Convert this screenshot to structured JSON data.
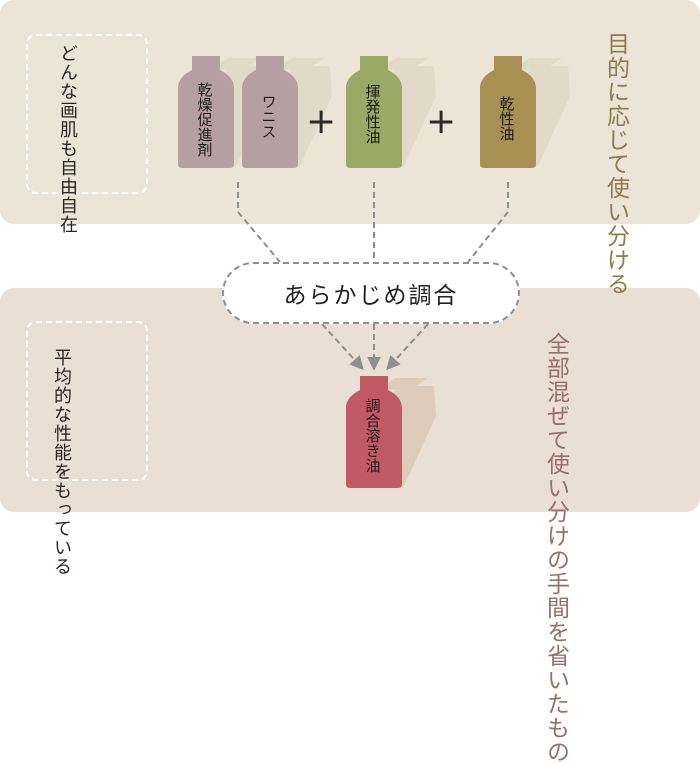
{
  "top_panel": {
    "note": "どんな画肌も自由自在",
    "caption": "目的に応じて使い分ける",
    "bottles": [
      {
        "name": "乾燥促進剤",
        "color": "#b5a0a1"
      },
      {
        "name": "ワニス",
        "color": "#b5a0a1"
      },
      {
        "name": "揮発性油",
        "color": "#9aaa64"
      },
      {
        "name": "乾性油",
        "color": "#a88f52"
      }
    ],
    "plus": [
      "+",
      "+"
    ]
  },
  "center": {
    "label": "あらかじめ調合"
  },
  "bottom_panel": {
    "note": "平均的な性能をもっている",
    "caption": "全部混ぜて使い分けの手間を省いたもの",
    "bottle": {
      "name": "調合溶き油",
      "color": "#c15a64"
    }
  }
}
